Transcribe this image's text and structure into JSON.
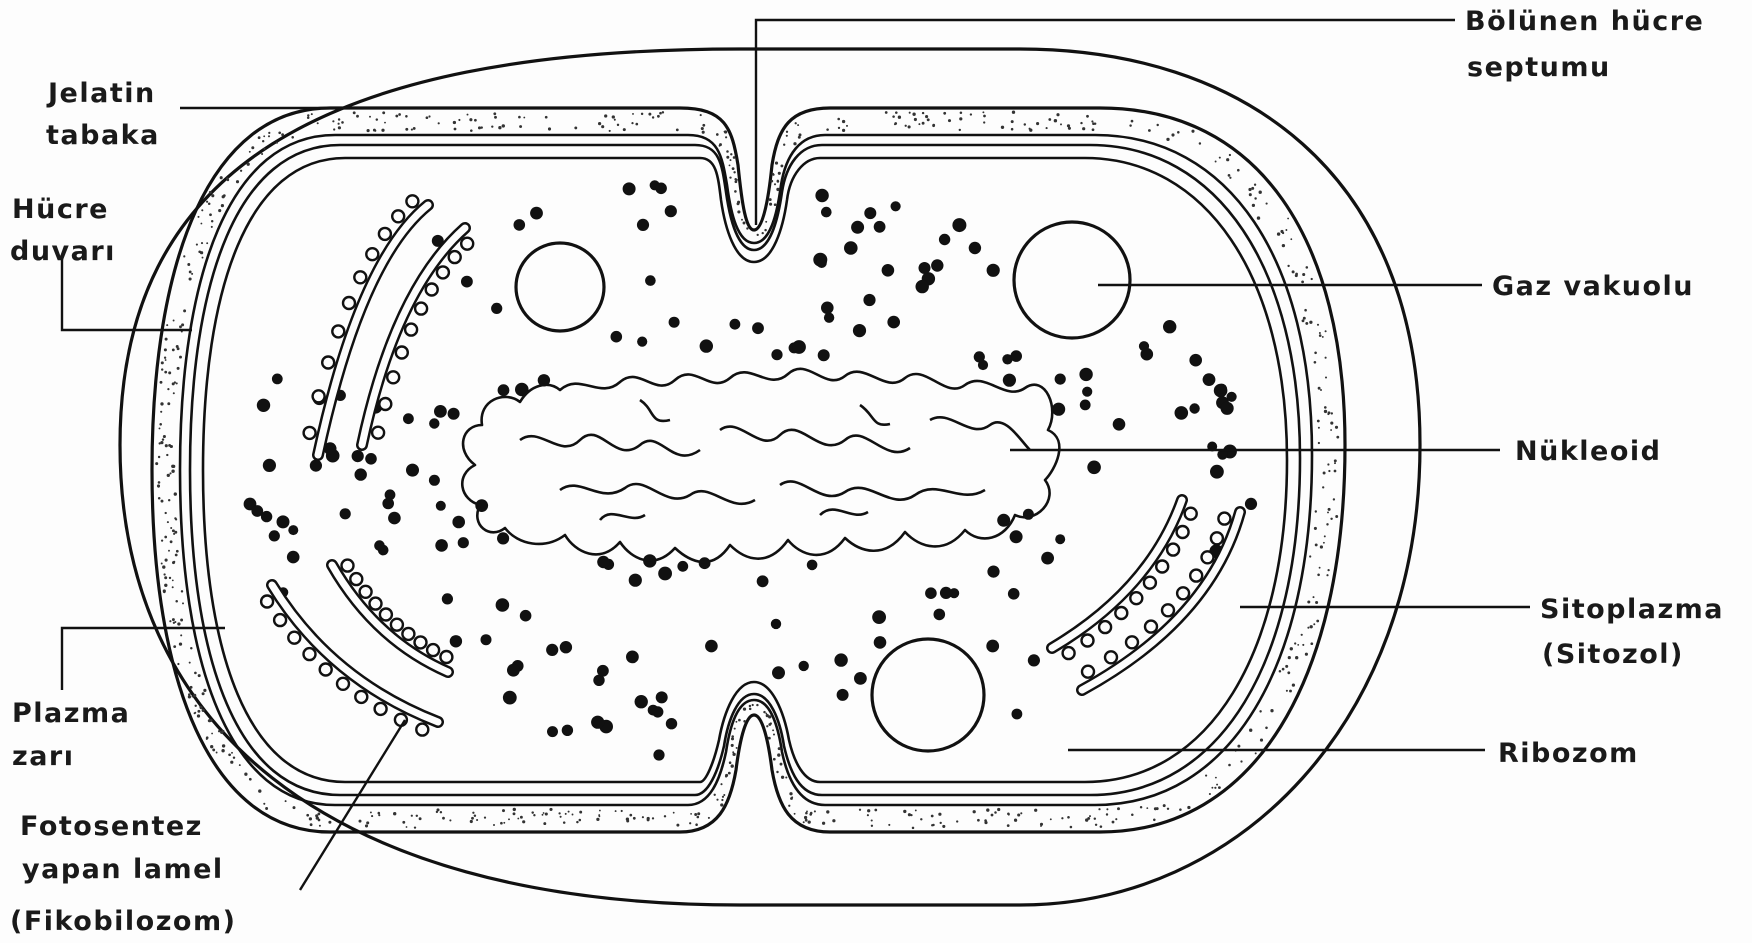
{
  "labels": {
    "jelatin_1": "Jelatin",
    "jelatin_2": "tabaka",
    "hucre_duvari_1": "Hücre",
    "hucre_duvari_2": "duvarı",
    "plazma_zari_1": "Plazma",
    "plazma_zari_2": "zarı",
    "fotosentez_1": "Fotosentez",
    "fotosentez_2": "yapan lamel",
    "fotosentez_3": "(Fikobilozom)",
    "septum_1": "Bölünen hücre",
    "septum_2": "septumu",
    "gaz_vakuolu": "Gaz vakuolu",
    "nukleoid": "Nükleoid",
    "sitoplazma_1": "Sitoplazma",
    "sitoplazma_2": "(Sitozol)",
    "ribozom": "Ribozom"
  },
  "colors": {
    "ink": "#111111",
    "paper": "#fdfdfd"
  }
}
